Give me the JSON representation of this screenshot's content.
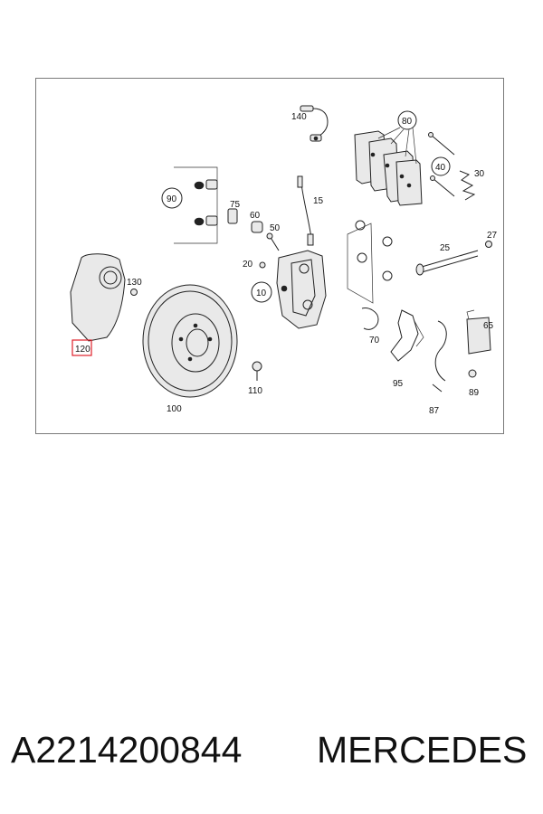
{
  "diagram": {
    "callouts": {
      "c10": "10",
      "c15": "15",
      "c20": "20",
      "c25": "25",
      "c27": "27",
      "c30": "30",
      "c40": "40",
      "c50": "50",
      "c60": "60",
      "c65": "65",
      "c70": "70",
      "c75": "75",
      "c80": "80",
      "c87": "87",
      "c89": "89",
      "c90": "90",
      "c95": "95",
      "c100": "100",
      "c110": "110",
      "c120": "120",
      "c130": "130",
      "c140": "140"
    },
    "highlight_color": "#e0202a"
  },
  "footer": {
    "part_number": "A2214200844",
    "brand": "MERCEDES"
  }
}
